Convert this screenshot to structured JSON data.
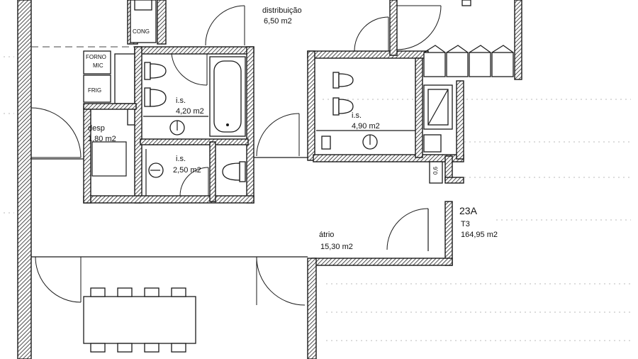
{
  "rooms": {
    "distribuicao": {
      "name": "distribuição",
      "area": "6,50 m2"
    },
    "is_a": {
      "name": "i.s.",
      "area": "4,20 m2"
    },
    "is_b": {
      "name": "i.s.",
      "area": "2,50 m2"
    },
    "is_c": {
      "name": "i.s.",
      "area": "4,90 m2"
    },
    "desp": {
      "name": "desp",
      "area": "1,80 m2"
    },
    "atrio": {
      "name": "átrio",
      "area": "15,30 m2"
    }
  },
  "appliances": {
    "cong": "CONG",
    "forno": "FORNO",
    "mic": "MIC",
    "frig": "FRIG"
  },
  "unit": {
    "number": "23A",
    "type": "T3",
    "area": "164,95 m2"
  },
  "shaft_label": "0,6"
}
